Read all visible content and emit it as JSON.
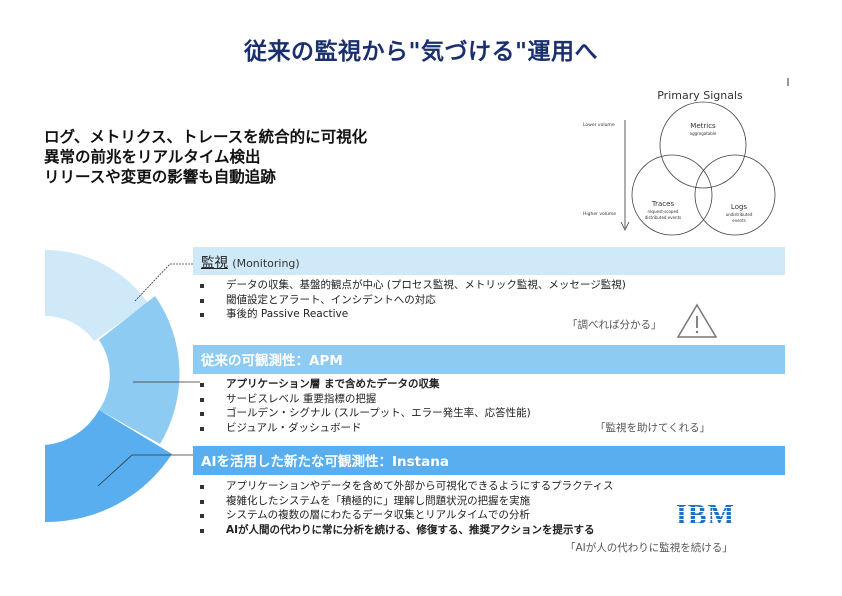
{
  "title": "従来の監視から\"気づける\"運用へ",
  "intro": [
    "ログ、メトリクス、トレースを統合的に可視化",
    "異常の前兆をリアルタイム検出",
    "リリースや変更の影響も自動追跡"
  ],
  "diagram": {
    "title": "Primary Signals",
    "axis_top": "Lower volume",
    "axis_bottom": "Higher volume",
    "metrics": {
      "name": "Metrics",
      "desc": "aggregatable"
    },
    "traces": {
      "name": "Traces",
      "desc1": "request-scoped",
      "desc2": "distributed events"
    },
    "logs": {
      "name": "Logs",
      "desc1": "undistributed",
      "desc2": "events"
    }
  },
  "sections": [
    {
      "heading": "監視",
      "heading_sub": "(Monitoring)",
      "color": "#cfe9f9",
      "bullets": [
        "データの収集、基盤的観点が中心 (プロセス監視、メトリック監視、メッセージ監視)",
        "閾値設定とアラート、インシデントへの対応",
        "事後的 Passive Reactive"
      ],
      "note": "「調べれば分かる」"
    },
    {
      "heading": "従来の可観測性：APM",
      "color": "#8ecbf2",
      "bullets": [
        "アプリケーション層 まで含めたデータの収集",
        "サービスレベル 重要指標の把握",
        "ゴールデン・シグナル (スループット、エラー発生率、応答性能)",
        "ビジュアル・ダッシュボード"
      ],
      "note": "「監視を助けてくれる」"
    },
    {
      "heading": "AIを活用した新たな可観測性：Instana",
      "color": "#58aeee",
      "bullets": [
        "アプリケーションやデータを含めて外部から可視化できるようにするプラクティス",
        "複雑化したシステムを「積極的に」理解し問題状況の把握を実施",
        "システムの複数の層にわたるデータ収集とリアルタイムでの分析",
        "AIが人間の代わりに常に分析を続ける、修復する、推奨アクションを提示する"
      ],
      "note": "「AIが人の代わりに監視を続ける」"
    }
  ],
  "logo": "IBM"
}
